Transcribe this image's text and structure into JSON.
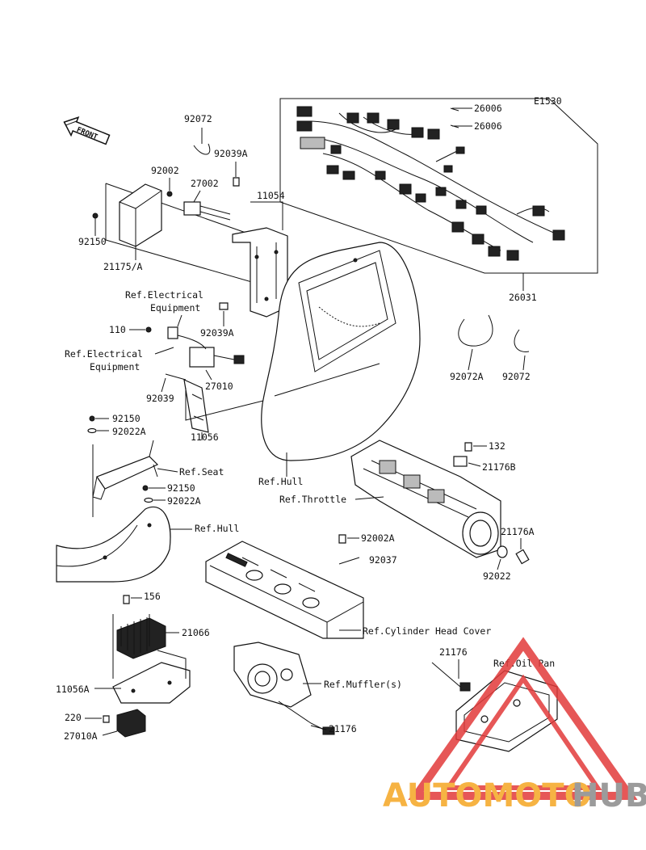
{
  "diagram_code": "E1530",
  "front_label": "FRONT",
  "watermark": {
    "text_orange": "AUTOMOTO",
    "text_gray": "HUB",
    "color_orange": "#f5a623",
    "color_gray": "#8a8a8a",
    "color_red": "#e23a3a"
  },
  "labels": {
    "p92072_top": "92072",
    "p92039A_top": "92039A",
    "p92002": "92002",
    "p27002": "27002",
    "p11054": "11054",
    "p92150_top": "92150",
    "p21175A": "21175/A",
    "p26006_a": "26006",
    "p26006_b": "26006",
    "p26031": "26031",
    "ref_elec_1_l1": "Ref.Electrical",
    "ref_elec_1_l2": "Equipment",
    "p92039A_mid": "92039A",
    "p110": "110",
    "ref_elec_2_l1": "Ref.Electrical",
    "ref_elec_2_l2": "Equipment",
    "p27010": "27010",
    "p92039": "92039",
    "p92072A": "92072A",
    "p92072_right": "92072",
    "p92150_mid": "92150",
    "p92022A_mid": "92022A",
    "p11056": "11056",
    "ref_seat": "Ref.Seat",
    "ref_hull_1": "Ref.Hull",
    "p92150_low": "92150",
    "p92022A_low": "92022A",
    "p132": "132",
    "p21176B": "21176B",
    "ref_throttle": "Ref.Throttle",
    "ref_hull_2": "Ref.Hull",
    "p21176A": "21176A",
    "p92002A": "92002A",
    "p92037": "92037",
    "p92022": "92022",
    "p156": "156",
    "p21066": "21066",
    "ref_cyl_head": "Ref.Cylinder Head Cover",
    "p21176_top": "21176",
    "ref_oil_pan": "Ref.Oil Pan",
    "p11056A": "11056A",
    "ref_muffler": "Ref.Muffler(s)",
    "p220": "220",
    "p21176_bot": "21176",
    "p27010A": "27010A"
  }
}
